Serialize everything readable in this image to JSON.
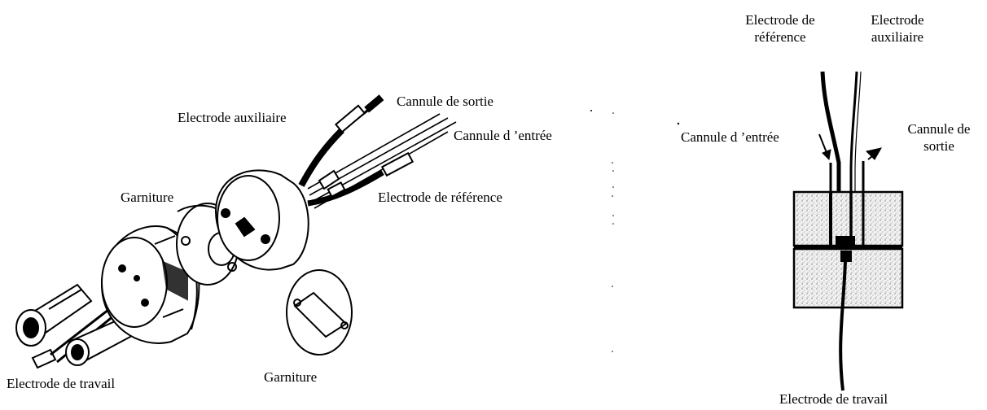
{
  "left_diagram": {
    "labels": {
      "electrode_auxiliaire": "Electrode auxiliaire",
      "cannule_sortie": "Cannule de sortie",
      "cannule_entree": "Cannule d ’entrée",
      "garniture_top": "Garniture",
      "electrode_reference": "Electrode de référence",
      "electrode_travail": "Electrode de travail",
      "garniture_bottom": "Garniture"
    }
  },
  "right_diagram": {
    "labels": {
      "electrode_reference": [
        "Electrode de",
        "référence"
      ],
      "electrode_auxiliaire": [
        "Electrode",
        "auxiliaire"
      ],
      "cannule_entree": "Cannule d ’entrée",
      "cannule_sortie": [
        "Cannule de",
        "sortie"
      ],
      "electrode_travail": "Electrode de travail"
    }
  },
  "colors": {
    "ink": "#000000",
    "background": "#ffffff",
    "speckle": "#e6e6e6"
  }
}
